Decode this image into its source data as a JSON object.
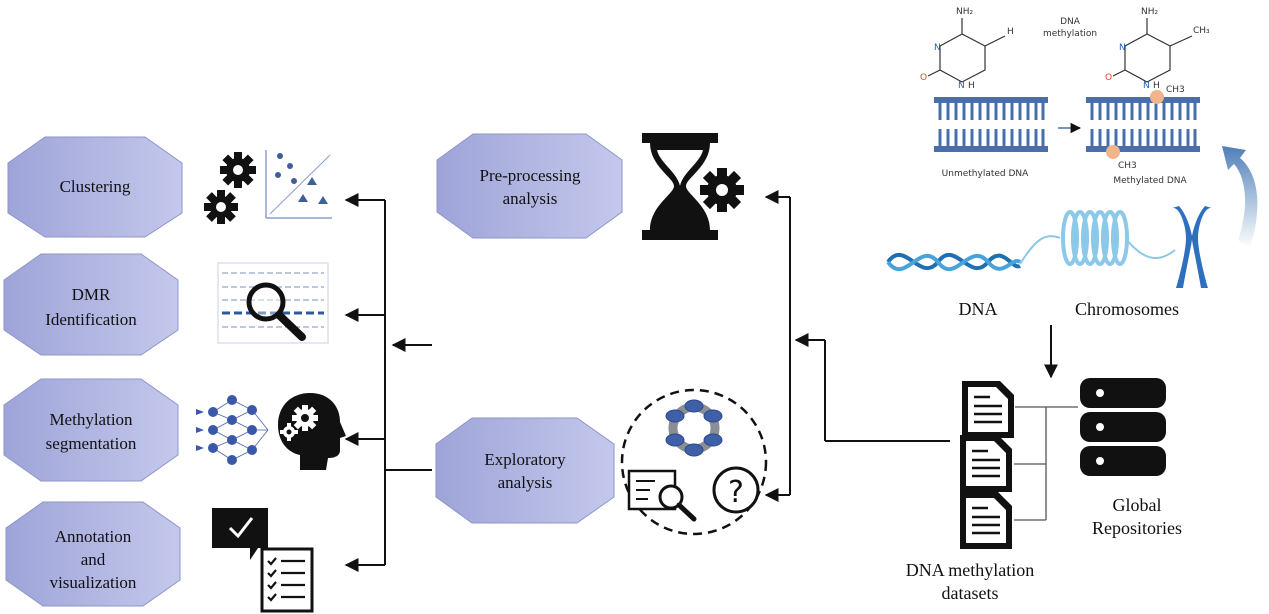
{
  "left_boxes": {
    "clustering": [
      "Clustering"
    ],
    "dmr": [
      "DMR",
      "Identification"
    ],
    "segmentation": [
      "Methylation",
      "segmentation"
    ],
    "annotation": [
      "Annotation",
      "and",
      "visualization"
    ]
  },
  "middle_boxes": {
    "preprocessing": [
      "Pre-processing",
      "analysis"
    ],
    "exploratory": [
      "Exploratory",
      "analysis"
    ]
  },
  "right_labels": {
    "dna": "DNA",
    "chromosomes": "Chromosomes",
    "datasets": [
      "DNA methylation",
      "datasets"
    ],
    "repositories": [
      "Global",
      "Repositories"
    ]
  },
  "methylation_panel": {
    "process_label": [
      "DNA",
      "methylation"
    ],
    "unmethylated": "Unmethylated DNA",
    "methylated": "Methylated DNA",
    "ch3_top": "CH3",
    "ch3_bottom": "CH3",
    "nh2_left": "NH₂",
    "nh2_right": "NH₂",
    "h_atom": "H",
    "ch3_atom": "CH₃",
    "n": "N",
    "o": "O",
    "h_ring": "H"
  },
  "colors": {
    "hex_fill": "#a9aedd",
    "hex_fill_light": "#c3c7ea",
    "hex_stroke": "#8f95c9",
    "dna_blue": "#2a7fbf",
    "dna_light": "#8cc8e8",
    "bar_blue": "#4a6fa8",
    "methyl_dot": "#f0b58a",
    "curve_arrow": "#5b88bd",
    "arrow": "#111111"
  },
  "icons": [
    "gear-icon",
    "scatter-plot-icon",
    "magnifier-chart-icon",
    "neural-network-icon",
    "head-gears-icon",
    "speech-checkmark-icon",
    "checklist-icon",
    "hourglass-icon",
    "network-ring-icon",
    "document-magnifier-icon",
    "question-icon",
    "document-icon",
    "database-icon",
    "chromosome-icon",
    "dna-helix-icon"
  ]
}
